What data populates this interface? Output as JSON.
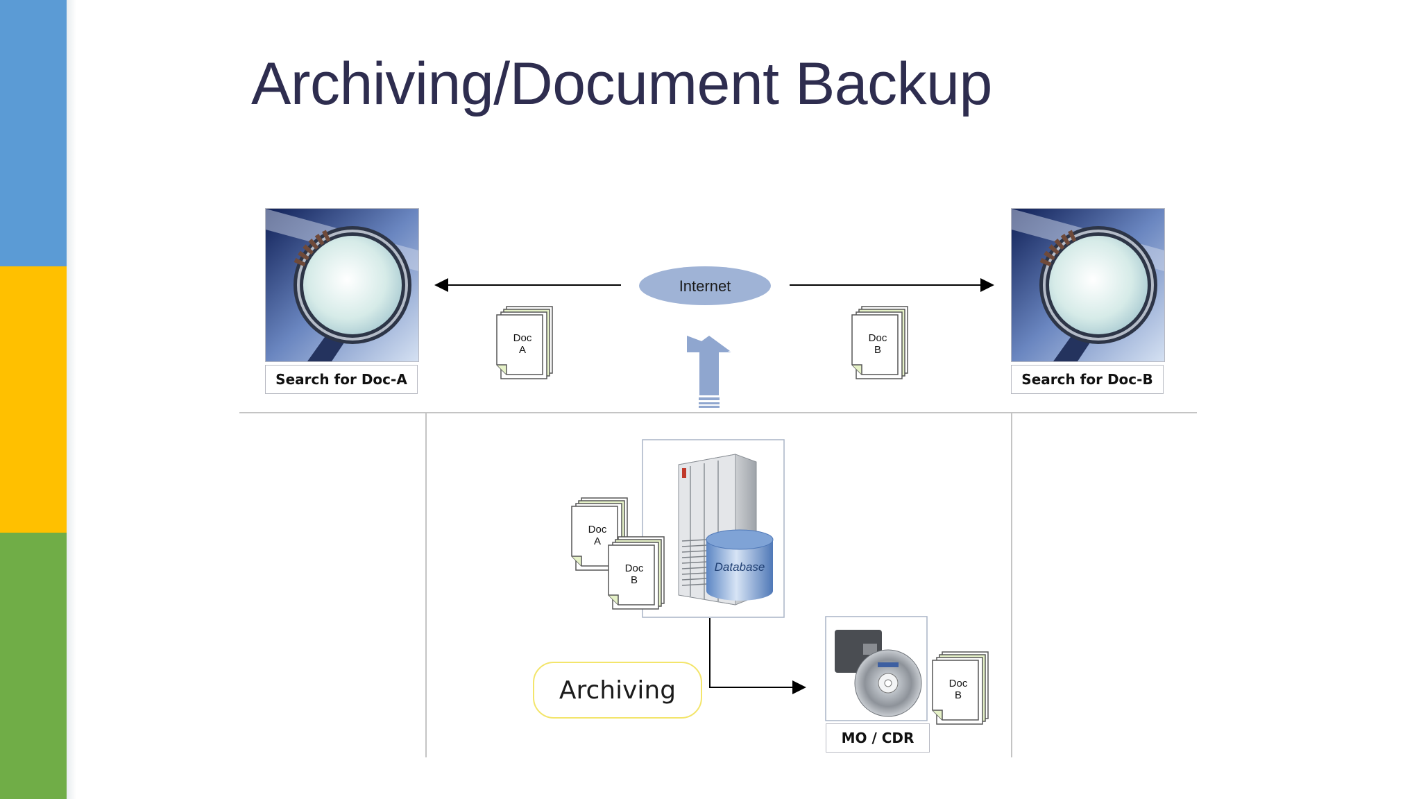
{
  "slide": {
    "title": "Archiving/Document Backup"
  },
  "diagram": {
    "internet_label": "Internet",
    "left_panel_caption": "Search for Doc-A",
    "right_panel_caption": "Search for Doc-B",
    "database_label": "Database",
    "media_caption": "MO / CDR",
    "archiving_label": "Archiving",
    "doc_a": {
      "line1": "Doc",
      "line2": "A"
    },
    "doc_b": {
      "line1": "Doc",
      "line2": "B"
    }
  },
  "colors": {
    "accent_blue": "#5b9bd5",
    "accent_yellow": "#ffc000",
    "accent_green": "#70ad47",
    "title": "#2e2d4f",
    "internet_ellipse": "#9fb3d6",
    "upload_arrow": "#8fa6cf",
    "archiving_border": "#f3e56b"
  }
}
